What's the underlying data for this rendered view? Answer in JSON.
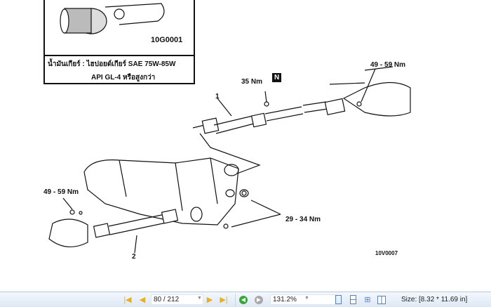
{
  "document": {
    "inset_code": "10G0001",
    "inset_note_line1": "น้ำมันเกียร์ : ไฮปอยด์เกียร์ SAE 75W-85W",
    "inset_note_line2": "API GL-4 หรือสูงกว่า",
    "labels": {
      "torque_rear_top": "49 - 59 Nm",
      "torque_center": "35 Nm",
      "nut_badge": "N",
      "part1": "1",
      "torque_front_left": "49 - 59 Nm",
      "torque_transfer": "29 - 34 Nm",
      "part2": "2",
      "figure_code": "10V0007"
    }
  },
  "toolbar": {
    "page_value": "80 / 212",
    "zoom_value": "131.2%",
    "size_text": "Size: [8.32 * 11.69 in]",
    "icons": [
      "first-page-icon",
      "prev-page-icon",
      "next-page-icon",
      "last-page-icon",
      "back-icon",
      "forward-icon",
      "single-page-icon",
      "continuous-icon",
      "grid-icon",
      "facing-icon"
    ],
    "colors": {
      "nav_arrow": "#e8b020",
      "back_green": "#3aa63a",
      "forward_gray": "#a8a8a8",
      "view_icon": "#5a82b8"
    }
  }
}
